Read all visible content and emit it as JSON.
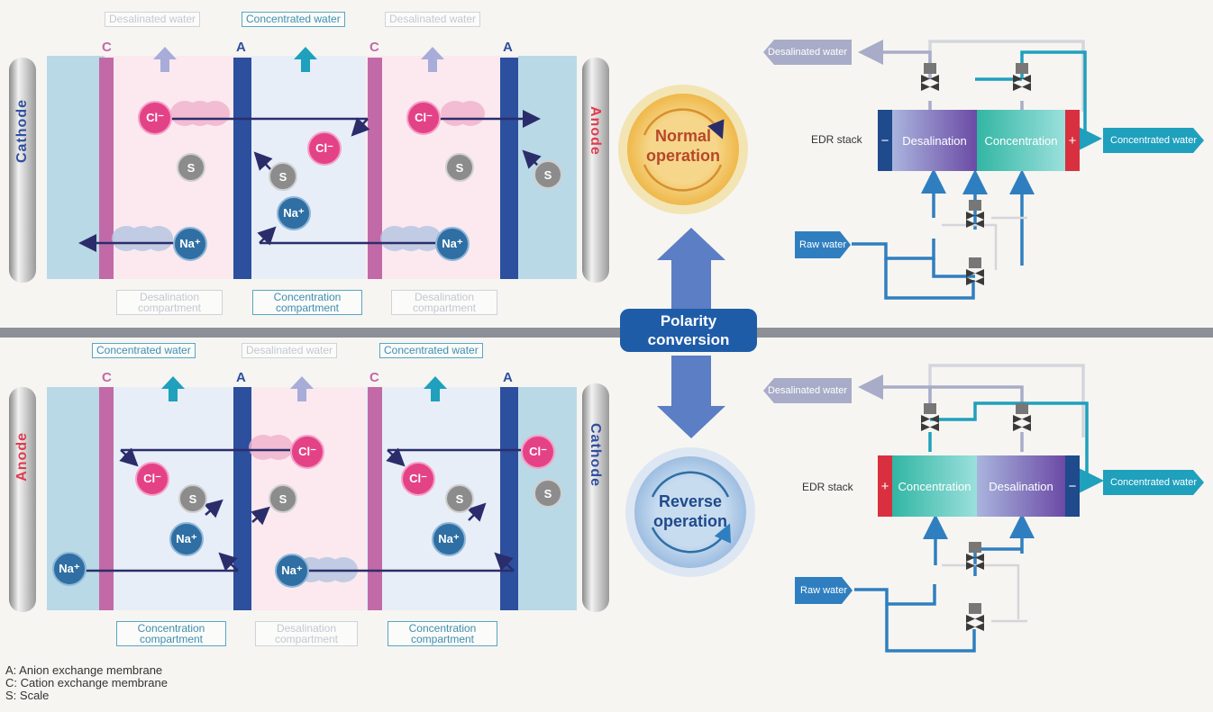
{
  "top": {
    "outlet_labels": [
      "Desalinated water",
      "Concentrated water",
      "Desalinated water"
    ],
    "membranes": [
      "C",
      "A",
      "C",
      "A"
    ],
    "electrode_left": "Cathode",
    "electrode_right": "Anode",
    "compartments": [
      "Desalination compartment",
      "Concentration compartment",
      "Desalination compartment"
    ]
  },
  "bottom": {
    "outlet_labels": [
      "Concentrated water",
      "Desalinated water",
      "Concentrated water"
    ],
    "membranes": [
      "C",
      "A",
      "C",
      "A"
    ],
    "electrode_left": "Anode",
    "electrode_right": "Cathode",
    "compartments": [
      "Concentration compartment",
      "Desalination compartment",
      "Concentration compartment"
    ]
  },
  "ions": {
    "cl": "Cl⁻",
    "na": "Na⁺",
    "s": "S"
  },
  "modes": {
    "normal": "Normal operation",
    "reverse": "Reverse operation",
    "switch": "Polarity conversion"
  },
  "schematic_top": {
    "stack_label": "EDR stack",
    "seg_left": "Desalination",
    "seg_right": "Concentration",
    "sign_left": "−",
    "sign_right": "+",
    "out_desal": "Desalinated water",
    "out_conc": "Concentrated water",
    "raw": "Raw water"
  },
  "schematic_bottom": {
    "stack_label": "EDR stack",
    "seg_left": "Concentration",
    "seg_right": "Desalination",
    "sign_left": "+",
    "sign_right": "−",
    "out_desal": "Desalinated water",
    "out_conc": "Concentrated water",
    "raw": "Raw water"
  },
  "legend": {
    "a": "A: Anion exchange membrane",
    "c": "C: Cation exchange membrane",
    "s": "S: Scale"
  },
  "colors": {
    "anion_membrane": "#2c4f9e",
    "cation_membrane": "#c26aa8",
    "cl": "#e44287",
    "na": "#2f6fa3",
    "scale": "#8c8c8c",
    "accent_teal": "#1fa0bd",
    "anode": "#e03b4f",
    "cathode": "#2f4fa0"
  }
}
